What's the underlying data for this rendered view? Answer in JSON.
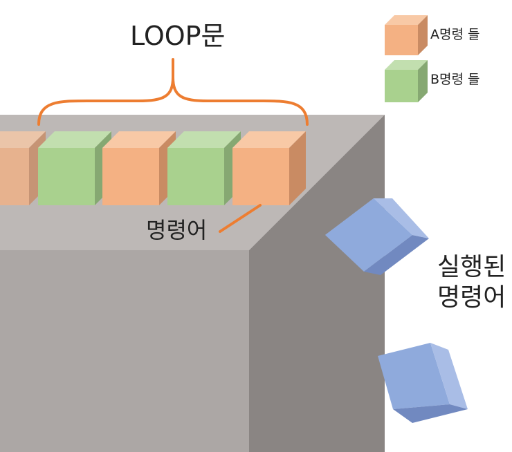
{
  "labels": {
    "loop": "LOOP문",
    "instruction": "명령어",
    "executed_line1": "실행된",
    "executed_line2": "명령어"
  },
  "legend": [
    {
      "label": "A명령 들",
      "color": "#f4b183"
    },
    {
      "label": "B명령 들",
      "color": "#a9d18e"
    }
  ],
  "cubes_in_loop": [
    "A",
    "B",
    "A",
    "B",
    "A"
  ],
  "colors": {
    "a_front": "#f4b183",
    "a_top": "#f8c9a6",
    "a_side": "#c98b63",
    "b_front": "#a9d18e",
    "b_top": "#c2dfaf",
    "b_side": "#86a872",
    "exec_front": "#8faadc",
    "exec_top": "#a9bde6",
    "exec_side": "#7189c0",
    "box_top": "#bdb8b6",
    "box_front": "#aca7a5",
    "box_side": "#8a8583",
    "accent": "#ed7d31"
  }
}
